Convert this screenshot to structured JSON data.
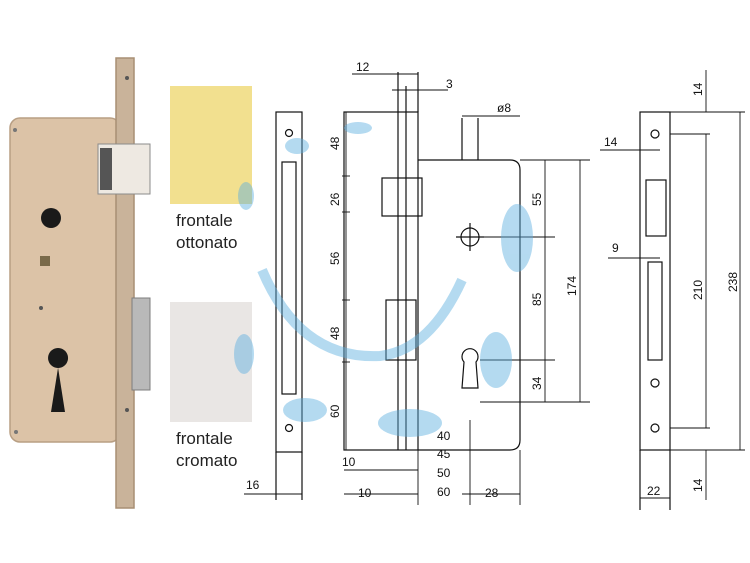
{
  "finishes": [
    {
      "line1": "frontale",
      "line2": "ottonato",
      "color": "#f2e08f"
    },
    {
      "line1": "frontale",
      "line2": "cromato",
      "color": "#e9e6e4"
    }
  ],
  "dimensions": {
    "top_12": "12",
    "top_3": "3",
    "top_phi8": "ø8",
    "left_48a": "48",
    "left_26": "26",
    "left_56": "56",
    "left_48b": "48",
    "left_60": "60",
    "right_55": "55",
    "right_85": "85",
    "right_34": "34",
    "right_174": "174",
    "backset_40": "40",
    "backset_45": "45",
    "backset_50": "50",
    "backset_60": "60",
    "bottom_10a": "10",
    "bottom_10b": "10",
    "bottom_16": "16",
    "bottom_28": "28",
    "face_14_top": "14",
    "face_14_side": "14",
    "face_9": "9",
    "face_210": "210",
    "face_238": "238",
    "face_14_bottom": "14",
    "face_22": "22"
  },
  "colors": {
    "lock_body": "#dcc3a7",
    "faceplate": "#c9b39a",
    "line": "#111111",
    "watermark": "#5aaee0"
  }
}
